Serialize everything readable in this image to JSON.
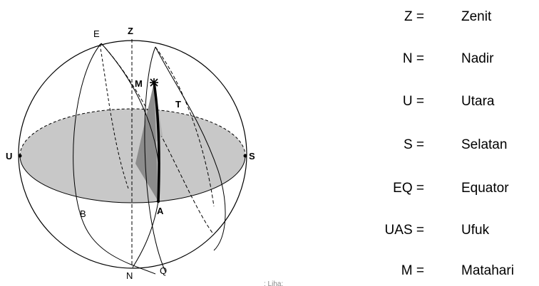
{
  "diagram": {
    "point_labels": {
      "Z": "Z",
      "E": "E",
      "M": "M",
      "T": "T",
      "U": "U",
      "S": "S",
      "B": "B",
      "A": "A",
      "N": "N",
      "Q": "Q"
    }
  },
  "legend": [
    {
      "symbol": "Z =",
      "definition": "Zenit"
    },
    {
      "symbol": "N =",
      "definition": "Nadir"
    },
    {
      "symbol": "U =",
      "definition": "Utara"
    },
    {
      "symbol": "S =",
      "definition": "Selatan"
    },
    {
      "symbol": "EQ =",
      "definition": "Equator"
    },
    {
      "symbol": "UAS =",
      "definition": "Ufuk"
    },
    {
      "symbol": "M =",
      "definition": "Matahari"
    }
  ],
  "stray_text": "; Liha:"
}
